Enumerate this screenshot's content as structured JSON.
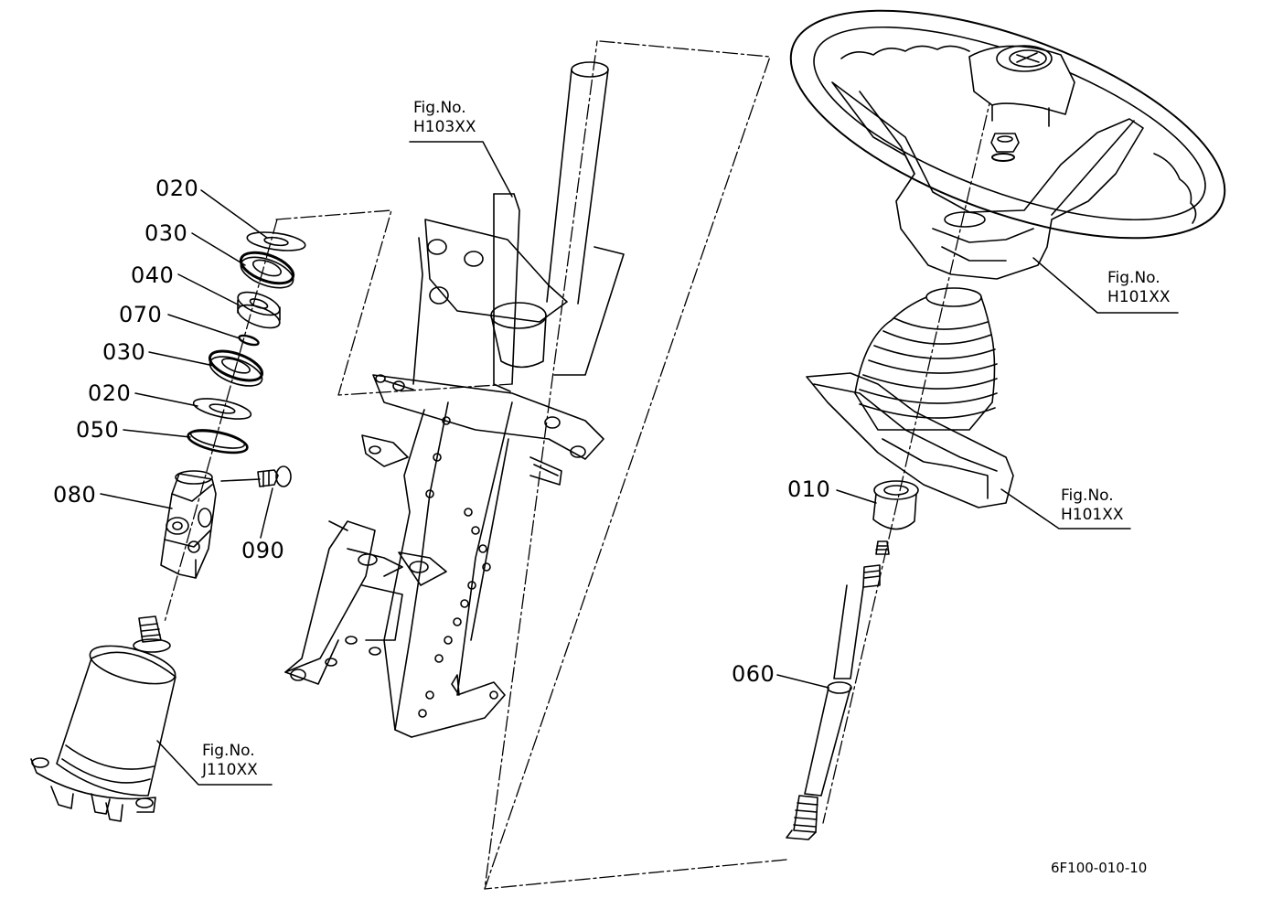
{
  "parts": {
    "p020a": "020",
    "p030a": "030",
    "p040": "040",
    "p070": "070",
    "p030b": "030",
    "p020b": "020",
    "p050": "050",
    "p080": "080",
    "p090": "090",
    "p010": "010",
    "p060": "060"
  },
  "refs": {
    "h103": {
      "line1": "Fig.No.",
      "line2": "H103XX"
    },
    "h101_top": {
      "line1": "Fig.No.",
      "line2": "H101XX"
    },
    "h101_mid": {
      "line1": "Fig.No.",
      "line2": "H101XX"
    },
    "j110": {
      "line1": "Fig.No.",
      "line2": "J110XX"
    }
  },
  "drawing_code": "6F100-010-10",
  "colors": {
    "ink": "#000000",
    "paper": "#ffffff"
  }
}
